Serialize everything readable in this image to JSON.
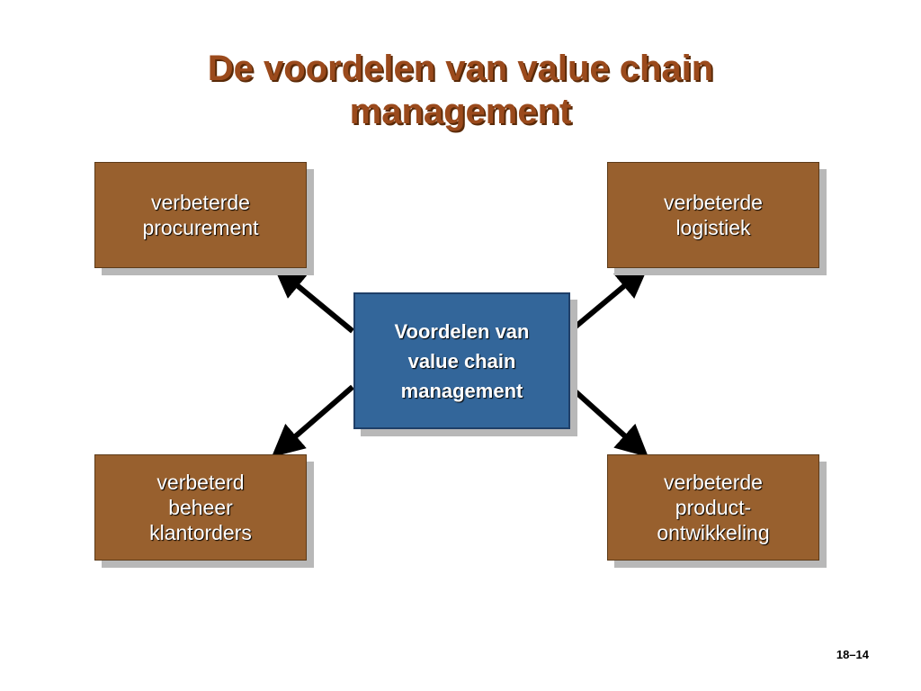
{
  "slide": {
    "title": "De voordelen van value chain\nmanagement",
    "page_number": "18–14"
  },
  "diagram": {
    "center": {
      "label": "Voordelen van\nvalue chain\nmanagement"
    },
    "outer": [
      {
        "id": "top-left",
        "label": "verbeterde\nprocurement"
      },
      {
        "id": "top-right",
        "label": "verbeterde\nlogistiek"
      },
      {
        "id": "bottom-left",
        "label": "verbeterd\nbeheer\nklantorders"
      },
      {
        "id": "bottom-right",
        "label": "verbeterde\nproduct-\nontwikkeling"
      }
    ]
  },
  "colors": {
    "title": "#9b4a1c",
    "outer_box": "#98602e",
    "center_box": "#33669a",
    "arrow": "#000000",
    "shadow": "#b8b8b8"
  }
}
